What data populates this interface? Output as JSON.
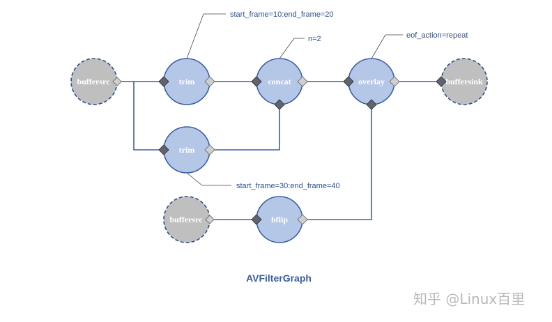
{
  "nodes": {
    "buffersrc1": "buffersrc",
    "trim1": "trim",
    "concat": "concat",
    "overlay": "overlay",
    "buffersink": "buffersink",
    "trim2": "trim",
    "buffersrc2": "buffersrc",
    "hflip": "hflip"
  },
  "annotations": {
    "trim1_args": "start_frame=10:end_frame=20",
    "concat_args": "n=2",
    "overlay_args": "eof_action=repeat",
    "trim2_args": "start_frame=30:end_frame=40"
  },
  "title": "AVFilterGraph",
  "watermark": "知乎 @Linux百里",
  "colors": {
    "filter_fill": "#b4c7e7",
    "filter_stroke": "#3b5fa8",
    "io_fill": "#bfbfbf",
    "io_stroke": "#2f4f8f",
    "input_pad": "#5f6470",
    "output_pad": "#cfcfcf",
    "wire": "#3b5fa8"
  }
}
